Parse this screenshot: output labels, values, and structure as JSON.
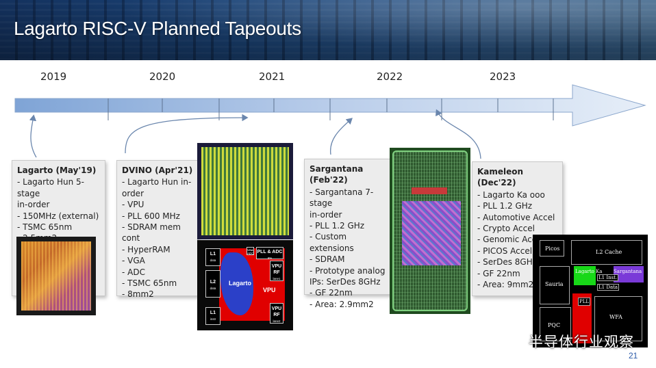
{
  "slide": {
    "title": "Lagarto RISC-V Planned Tapeouts",
    "page_number": "21"
  },
  "timeline": {
    "years": [
      "2019",
      "2020",
      "2021",
      "2022",
      "2023"
    ]
  },
  "cards": [
    {
      "heading": "Lagarto (May'19)",
      "items": [
        "- Lagarto Hun 5-stage",
        "in-order",
        "- 150MHz (external)",
        "- TSMC 65nm",
        "- 2.5mm2"
      ]
    },
    {
      "heading": "DVINO (Apr'21)",
      "items": [
        "- Lagarto Hun in-",
        "order",
        "- VPU",
        "- PLL 600 MHz",
        "- SDRAM mem cont",
        "- HyperRAM",
        "- VGA",
        "- ADC",
        "- TSMC 65nm",
        "- 8mm2"
      ]
    },
    {
      "heading": "Sargantana (Feb'22)",
      "items": [
        "- Sargantana 7-stage",
        "in-order",
        "- PLL 1.2 GHz",
        "- Custom extensions",
        "- SDRAM",
        "- Prototype analog",
        "IPs: SerDes 8GHz",
        "- GF 22nm",
        "- Area: 2.9mm2"
      ]
    },
    {
      "heading": "Kameleon (Dec'22)",
      "items": [
        "- Lagarto Ka ooo",
        "- PLL 1.2 GHz",
        "- Automotive Accel",
        "- Crypto Accel",
        "- Genomic Accel",
        "- PICOS Accel",
        "- SerDes 8GHz",
        "- GF 22nm",
        "- Area: 9mm2"
      ]
    }
  ],
  "dvino_floorplan": {
    "l1_data": "L1",
    "l1_data_sub": "data",
    "l2": "L2",
    "l2_sub": "data",
    "l1_instr": "L1",
    "l1_instr_sub": "instr",
    "vga": "VGA",
    "vga_sub": "ADC",
    "pll_adc": "PLL & ADC",
    "pll_adc_sub": "IPs",
    "lagarto": "Lagarto",
    "vpu": "VPU",
    "vpu_rf1": "VPU",
    "vpu_rf1_b": "RF",
    "vpu_rf1_sub": "lane1",
    "vpu_rf2": "VPU",
    "vpu_rf2_b": "RF",
    "vpu_rf2_sub": "lane2"
  },
  "kameleon_floorplan": {
    "picos": "Picos",
    "l2_cache": "L2 Cache",
    "lagarto_ka": "Lagarto  Ka",
    "sargantana": "Sargantana",
    "l1_inst": "L1 Inst.",
    "l1_data": "L1 Data",
    "sauria": "Sauria",
    "pll": "PLL",
    "pqc": "PQC",
    "wfa": "WFA"
  },
  "watermark": {
    "text": "半导体行业观察",
    "icon": "wechat-icon"
  },
  "colors": {
    "arrow_light": "#dfe9f6",
    "arrow_dark": "#7fa4d6",
    "page_number": "#2a5aa8"
  }
}
